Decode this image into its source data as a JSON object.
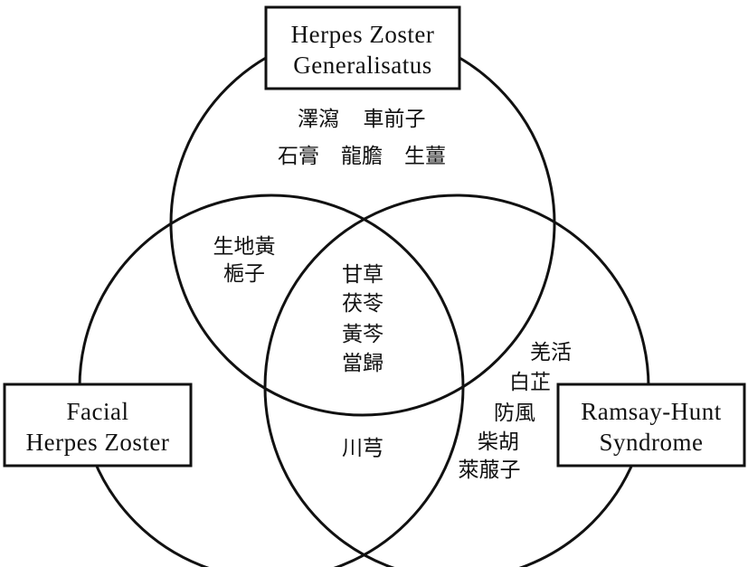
{
  "diagram": {
    "type": "venn-3",
    "colors": {
      "stroke": "#111111",
      "background": "#ffffff",
      "text": "#111111"
    },
    "sets": {
      "top": [
        "Herpes Zoster",
        "Generalisatus"
      ],
      "left": [
        "Facial",
        "Herpes Zoster"
      ],
      "right": [
        "Ramsay-Hunt",
        "Syndrome"
      ]
    },
    "regions": {
      "top_only": [
        [
          "澤瀉",
          "車前子"
        ],
        [
          "石膏",
          "龍膽",
          "生薑"
        ]
      ],
      "top_left": [
        "生地黃",
        "梔子"
      ],
      "center": [
        "甘草",
        "茯苓",
        "黃芩",
        "當歸"
      ],
      "left_right": [
        "川芎"
      ],
      "right_only": [
        "羌活",
        "白芷",
        "防風",
        "柴胡",
        "萊菔子"
      ]
    }
  }
}
